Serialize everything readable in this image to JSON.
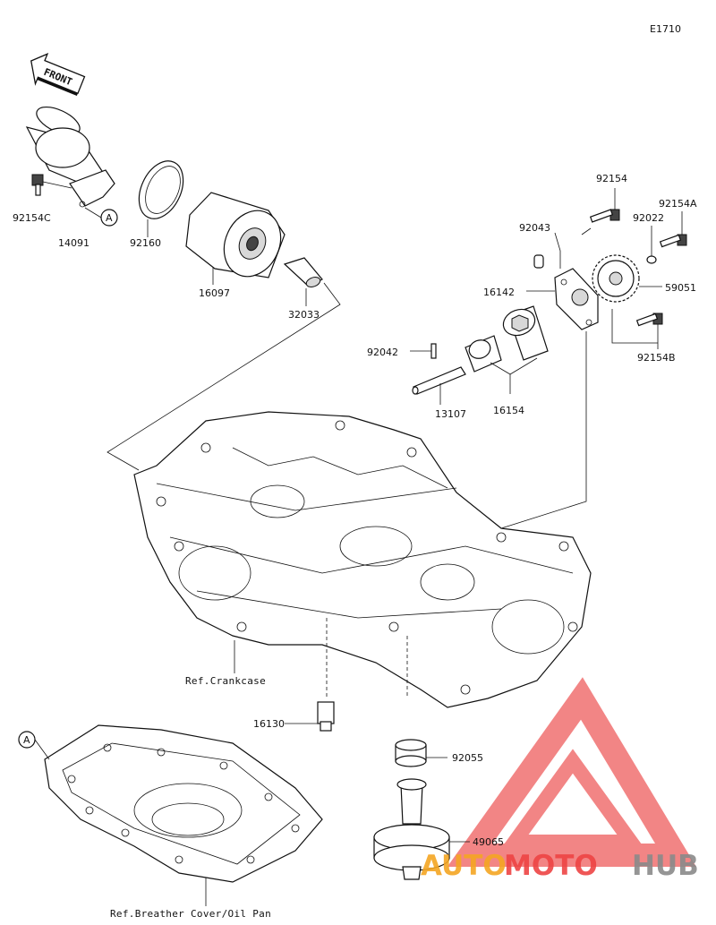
{
  "page": {
    "code": "E1710",
    "front_label": "FRONT"
  },
  "parts": {
    "p92154C": "92154C",
    "p14091": "14091",
    "p92160": "92160",
    "p16097": "16097",
    "p32033": "32033",
    "p92154": "92154",
    "p92154A": "92154A",
    "p92043": "92043",
    "p92022": "92022",
    "p16142": "16142",
    "p59051": "59051",
    "p92042": "92042",
    "p13107": "13107",
    "p16154": "16154",
    "p92154B": "92154B",
    "p16130": "16130",
    "p92055": "92055",
    "p49065": "49065"
  },
  "refs": {
    "crankcase": "Ref.Crankcase",
    "oil_pan": "Ref.Breather Cover/Oil Pan"
  },
  "markers": {
    "a1": "A",
    "a2": "A"
  },
  "watermark": {
    "auto": "AUTO",
    "moto": "MOTO",
    "hub": "HUB",
    "colors": {
      "accent": "#ee4444",
      "orange": "#f5a623",
      "grey": "#8a8a8a"
    }
  }
}
